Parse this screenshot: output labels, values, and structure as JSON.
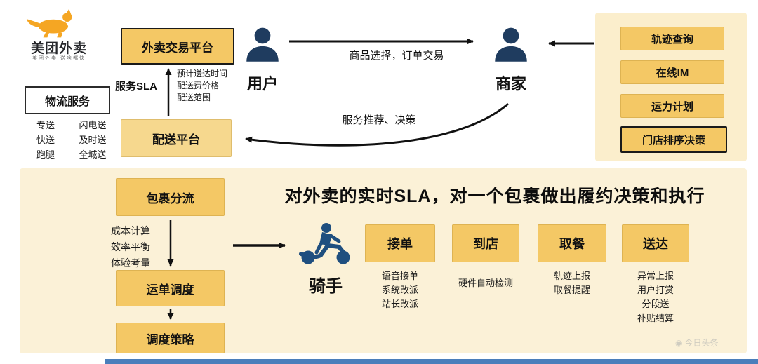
{
  "logo": {
    "brand": "美团外卖",
    "tagline": "美团外卖 送啥都快"
  },
  "logistics": {
    "title": "物流服务",
    "col1": [
      "专送",
      "快送",
      "跑腿"
    ],
    "col2": [
      "闪电送",
      "及时送",
      "全城送"
    ]
  },
  "platforms": {
    "trade": "外卖交易平台",
    "delivery": "配送平台",
    "sla_label": "服务SLA",
    "sla_notes": [
      "预计送达时间",
      "配送费价格",
      "配送范围"
    ]
  },
  "actors": {
    "user": "用户",
    "merchant": "商家",
    "rider": "骑手"
  },
  "flows": {
    "order": "商品选择，订单交易",
    "recommend": "服务推荐、决策"
  },
  "merchant_tools": [
    "轨迹查询",
    "在线IM",
    "运力计划",
    "门店排序决策"
  ],
  "bottom": {
    "title": "对外卖的实时SLA，对一个包裹做出履约决策和执行",
    "split": "包裹分流",
    "considerations": [
      "成本计算",
      "效率平衡",
      "体验考量"
    ],
    "dispatch": "运单调度",
    "strategy": "调度策略",
    "stages": [
      {
        "label": "接单",
        "notes": [
          "语音接单",
          "系统改派",
          "站长改派"
        ]
      },
      {
        "label": "到店",
        "notes": [
          "硬件自动检测"
        ]
      },
      {
        "label": "取餐",
        "notes": [
          "轨迹上报",
          "取餐提醒"
        ]
      },
      {
        "label": "送达",
        "notes": [
          "异常上报",
          "用户打赏",
          "分段送",
          "补贴结算"
        ]
      }
    ]
  },
  "watermark": "今日头条"
}
